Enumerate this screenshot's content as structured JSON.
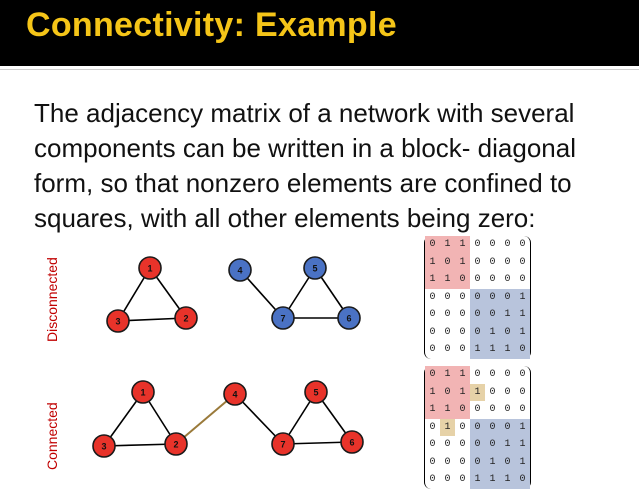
{
  "slide": {
    "title": "Connectivity: Example",
    "body": "The adjacency matrix of a network with several components can be written in a block- diagonal form, so that nonzero elements are confined to squares, with all other elements being zero:"
  },
  "labels": {
    "disconnected": "Disconnected",
    "connected": "Connected"
  },
  "colors": {
    "title": "#f5c518",
    "red_node": "#e8332a",
    "blue_node": "#4a72c4",
    "red_block": "#f2b4b4",
    "blue_block": "#b8c4dc",
    "bridge_cell": "#e6d2a8",
    "bridge_edge": "#9a7a3a"
  },
  "disconnected_graph": {
    "nodes": [
      {
        "id": "1",
        "color": "red"
      },
      {
        "id": "2",
        "color": "red"
      },
      {
        "id": "3",
        "color": "red"
      },
      {
        "id": "4",
        "color": "blue"
      },
      {
        "id": "5",
        "color": "blue"
      },
      {
        "id": "6",
        "color": "blue"
      },
      {
        "id": "7",
        "color": "blue"
      }
    ],
    "edges": [
      [
        "1",
        "2"
      ],
      [
        "1",
        "3"
      ],
      [
        "2",
        "3"
      ],
      [
        "4",
        "7"
      ],
      [
        "5",
        "7"
      ],
      [
        "5",
        "6"
      ],
      [
        "6",
        "7"
      ]
    ]
  },
  "connected_graph": {
    "nodes": [
      {
        "id": "1",
        "color": "red"
      },
      {
        "id": "2",
        "color": "red"
      },
      {
        "id": "3",
        "color": "red"
      },
      {
        "id": "4",
        "color": "red"
      },
      {
        "id": "5",
        "color": "red"
      },
      {
        "id": "6",
        "color": "red"
      },
      {
        "id": "7",
        "color": "red"
      }
    ],
    "edges": [
      [
        "1",
        "2"
      ],
      [
        "1",
        "3"
      ],
      [
        "2",
        "3"
      ],
      [
        "2",
        "4"
      ],
      [
        "4",
        "7"
      ],
      [
        "5",
        "7"
      ],
      [
        "5",
        "6"
      ],
      [
        "6",
        "7"
      ]
    ],
    "bridge": [
      "2",
      "4"
    ]
  },
  "matrix_disconnected": {
    "rows": [
      [
        "0",
        "1",
        "1",
        "0",
        "0",
        "0",
        "0"
      ],
      [
        "1",
        "0",
        "1",
        "0",
        "0",
        "0",
        "0"
      ],
      [
        "1",
        "1",
        "0",
        "0",
        "0",
        "0",
        "0"
      ],
      [
        "0",
        "0",
        "0",
        "0",
        "0",
        "0",
        "1"
      ],
      [
        "0",
        "0",
        "0",
        "0",
        "0",
        "1",
        "1"
      ],
      [
        "0",
        "0",
        "0",
        "0",
        "1",
        "0",
        "1"
      ],
      [
        "0",
        "0",
        "0",
        "1",
        "1",
        "1",
        "0"
      ]
    ]
  },
  "matrix_connected": {
    "rows": [
      [
        "0",
        "1",
        "1",
        "0",
        "0",
        "0",
        "0"
      ],
      [
        "1",
        "0",
        "1",
        "1",
        "0",
        "0",
        "0"
      ],
      [
        "1",
        "1",
        "0",
        "0",
        "0",
        "0",
        "0"
      ],
      [
        "0",
        "1",
        "0",
        "0",
        "0",
        "0",
        "1"
      ],
      [
        "0",
        "0",
        "0",
        "0",
        "0",
        "1",
        "1"
      ],
      [
        "0",
        "0",
        "0",
        "0",
        "1",
        "0",
        "1"
      ],
      [
        "0",
        "0",
        "0",
        "1",
        "1",
        "1",
        "0"
      ]
    ],
    "bridge_cells": [
      [
        1,
        3
      ],
      [
        3,
        1
      ]
    ]
  }
}
